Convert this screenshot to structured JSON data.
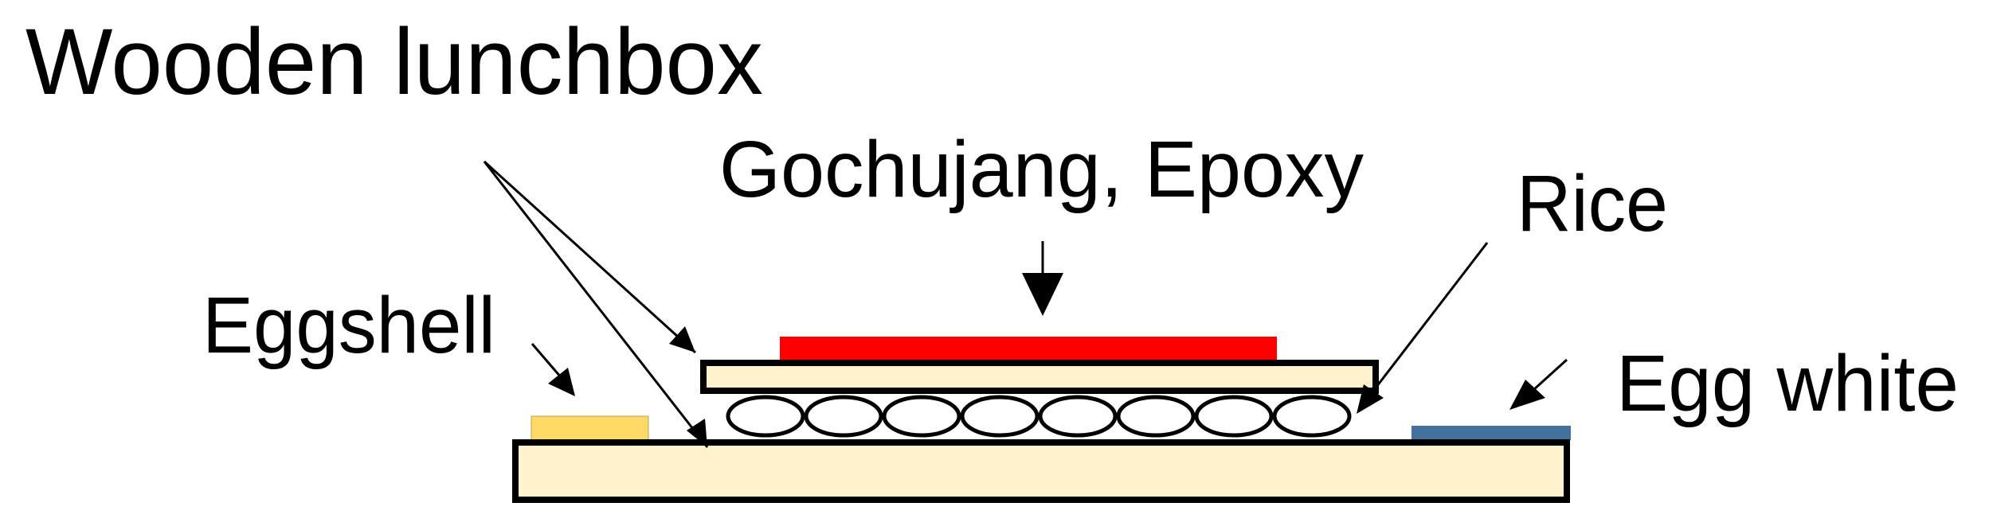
{
  "diagram": {
    "labels": {
      "wooden_lunchbox": "Wooden lunchbox",
      "gochujang_epoxy": "Gochujang, Epoxy",
      "rice": "Rice",
      "eggshell": "Eggshell",
      "egg_white": "Egg white"
    },
    "layers": [
      {
        "name": "Gochujang, Epoxy",
        "color": "#FF0000"
      },
      {
        "name": "Wooden lunchbox (top board)",
        "color": "#FFF2CC"
      },
      {
        "name": "Rice",
        "count": 8,
        "color": "#FFFFFF"
      },
      {
        "name": "Wooden lunchbox (base board)",
        "color": "#FFF2CC"
      },
      {
        "name": "Eggshell",
        "color": "#FFD966"
      },
      {
        "name": "Egg white",
        "color": "#41719C"
      }
    ],
    "colors": {
      "wood": "#FFF2CC",
      "gochujang": "#FF0000",
      "eggshell": "#FFD966",
      "egg_white": "#41719C",
      "outline": "#000000"
    }
  }
}
